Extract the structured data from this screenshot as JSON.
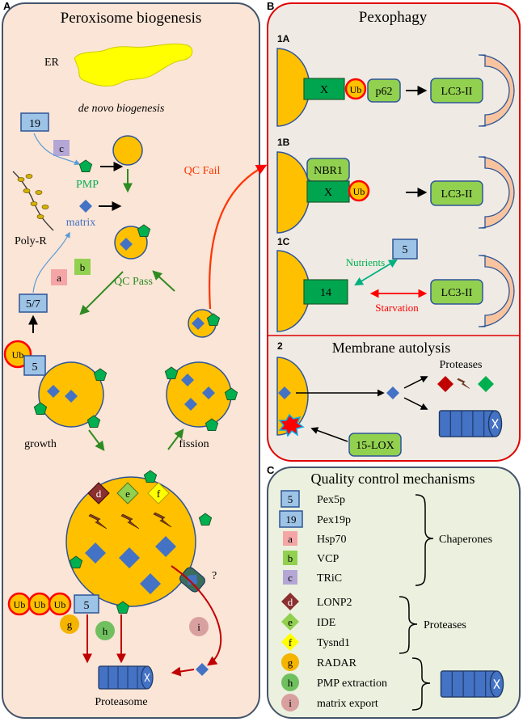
{
  "panels": {
    "a": {
      "letter": "A",
      "title": "Peroxisome biogenesis",
      "er": "ER",
      "de_novo": "de novo biogenesis",
      "pmp": "PMP",
      "matrix": "matrix",
      "poly_r": "Poly-R",
      "qc_pass": "QC Pass",
      "qc_fail": "QC Fail",
      "growth": "growth",
      "fission": "fission",
      "proteasome": "Proteasome",
      "question": "?",
      "ub": "Ub",
      "box_19": "19",
      "box_57": "5/7",
      "box_5": "5",
      "c": "c",
      "a": "a",
      "b": "b",
      "d": "d",
      "e": "e",
      "f": "f",
      "g": "g",
      "h": "h",
      "i": "i"
    },
    "b": {
      "letter": "B",
      "title": "Pexophagy",
      "s1a": "1A",
      "s1b": "1B",
      "s1c": "1C",
      "s2": "2",
      "x": "X",
      "ub": "Ub",
      "p62": "p62",
      "nbr1": "NBR1",
      "lc3": "LC3-II",
      "nutrients": "Nutrients",
      "starvation": "Starvation",
      "box_5": "5",
      "box_14": "14",
      "membrane_autolysis": "Membrane autolysis",
      "proteases": "Proteases",
      "lox": "15-LOX"
    },
    "c": {
      "letter": "C",
      "title": "Quality control mechanisms",
      "legend": [
        {
          "sym": "5",
          "label": "Pex5p"
        },
        {
          "sym": "19",
          "label": "Pex19p"
        },
        {
          "sym": "a",
          "label": "Hsp70"
        },
        {
          "sym": "b",
          "label": "VCP"
        },
        {
          "sym": "c",
          "label": "TRiC"
        },
        {
          "sym": "d",
          "label": "LONP2"
        },
        {
          "sym": "e",
          "label": "IDE"
        },
        {
          "sym": "f",
          "label": "Tysnd1"
        },
        {
          "sym": "g",
          "label": "RADAR"
        },
        {
          "sym": "h",
          "label": "PMP extraction"
        },
        {
          "sym": "i",
          "label": "matrix export"
        }
      ],
      "groups": [
        "Chaperones",
        "Proteases"
      ]
    }
  },
  "colors": {
    "panel_a_bg": "#fbe5d6",
    "panel_b_bg": "#efebe4",
    "panel_c_bg": "#ebf1de",
    "organelle": "#ffc000",
    "pex_blue": "#9dc3e6",
    "pmp_green": "#00b050",
    "matrix_blue": "#4472c4",
    "red_arrow": "#ff0000",
    "green_arrow": "#2e8b22"
  }
}
